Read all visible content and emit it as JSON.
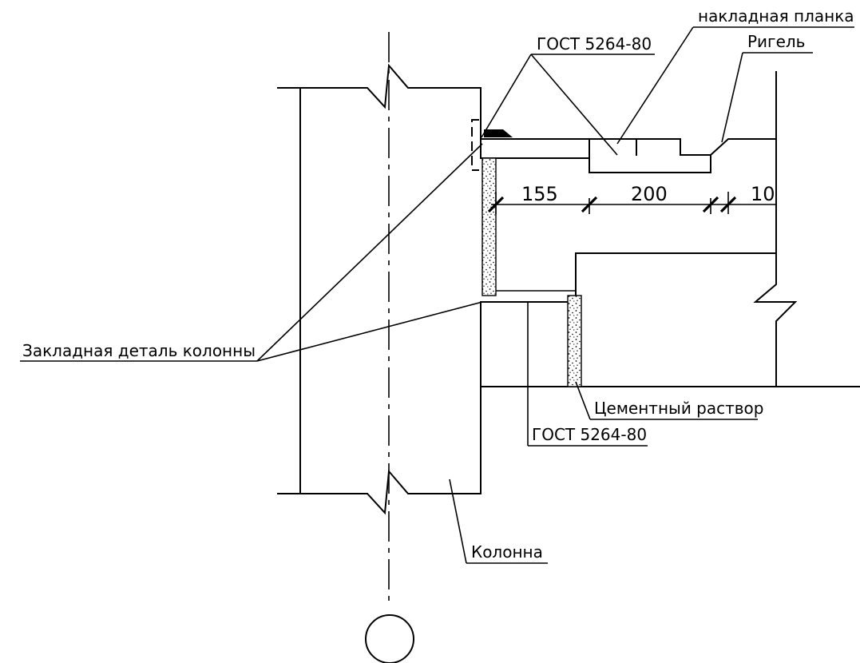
{
  "labels": {
    "gost_top": "ГОСТ 5264-80",
    "plate": "накладная планка",
    "beam": "Ригель",
    "embedded_part": "Закладная деталь колонны",
    "cement_mortar": "Цементный раствор",
    "gost_bottom": "ГОСТ 5264-80",
    "column": "Колонна"
  },
  "dimensions": {
    "d1": "155",
    "d2": "200",
    "d3": "10"
  },
  "colors": {
    "line": "#000000",
    "background": "#ffffff"
  }
}
